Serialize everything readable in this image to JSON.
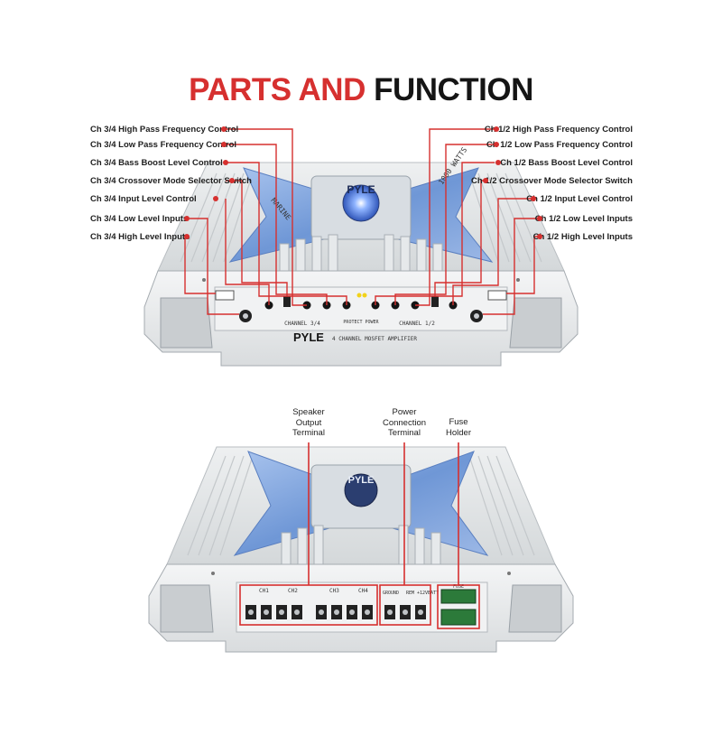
{
  "title": {
    "part1": "PARTS AND",
    "part2": "FUNCTION"
  },
  "colors": {
    "accent": "#d6302f",
    "text": "#151515",
    "panel": "#e9ebec",
    "blue": "#6f97d6"
  },
  "left_labels": [
    "Ch 3/4 High Pass Frequency Control",
    "Ch 3/4 Low Pass Frequency Control",
    "Ch 3/4 Bass Boost Level Control",
    "Ch 3/4 Crossover Mode Selector Switch",
    "Ch 3/4 Input Level Control",
    "Ch 3/4 Low Level Inputs",
    "Ch 3/4 High Level Inputs"
  ],
  "right_labels": [
    "Ch 1/2 High Pass Frequency Control",
    "Ch 1/2 Low Pass Frequency Control",
    "Ch 1/2 Bass Boost Level Control",
    "Ch 1/2 Crossover Mode Selector Switch",
    "Ch 1/2 Input Level Control",
    "Ch 1/2 Low Level Inputs",
    "Ch 1/2 High Level Inputs"
  ],
  "bottom_labels": {
    "speaker": [
      "Speaker",
      "Output",
      "Terminal"
    ],
    "power": [
      "Power",
      "Connection",
      "Terminal"
    ],
    "fuse": [
      "Fuse",
      "Holder"
    ]
  },
  "amp_front": {
    "brand": "PYLE",
    "model": "4 CHANNEL MOSFET AMPLIFIER",
    "channel_left": "CHANNEL 3/4",
    "channel_right": "CHANNEL 1/2",
    "protect_power": "PROTECT  POWER",
    "marine": "MARINE",
    "watts": "1000 WATTS"
  },
  "amp_back": {
    "ch_labels": [
      "CH1",
      "CH2",
      "CH3",
      "CH4"
    ],
    "ground": "GROUND",
    "rem": "REM",
    "batt": "+12VBATT",
    "fuse": "FUSE"
  }
}
